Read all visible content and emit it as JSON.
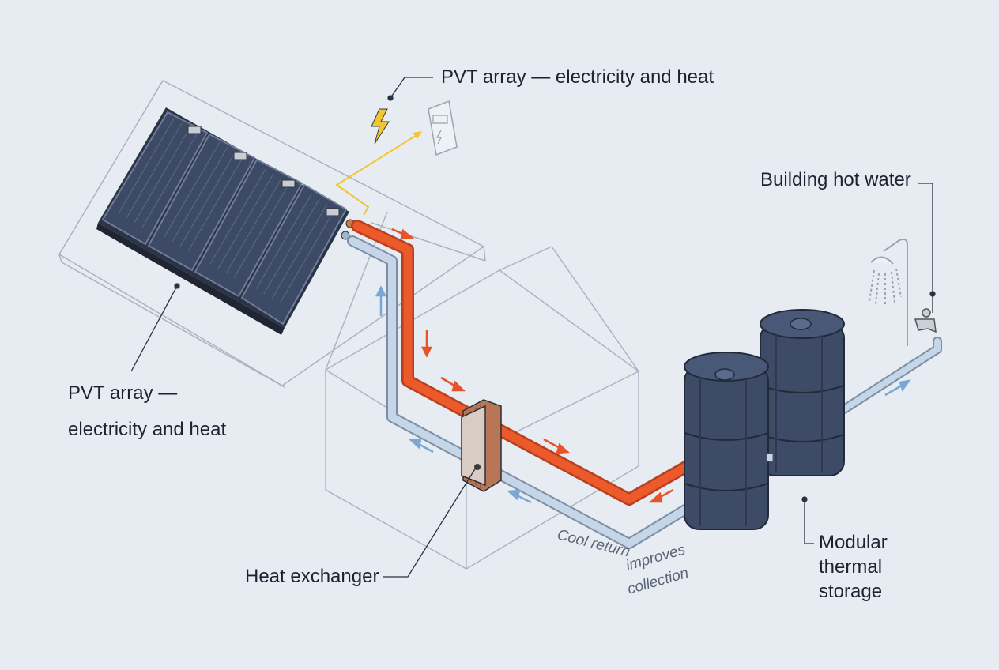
{
  "labels": {
    "pvt_top": "PVT array — electricity and heat",
    "pvt_left_line1": "PVT array —",
    "pvt_left_line2": "electricity and heat",
    "hot_water": "Building hot water",
    "heat_exchanger": "Heat exchanger",
    "storage_line1": "Modular",
    "storage_line2": "thermal",
    "storage_line3": "storage",
    "cool_return_line1": "Cool return",
    "cool_return_line2": "improves",
    "cool_return_line3": "collection"
  },
  "colors": {
    "background": "#e6ecf2",
    "hot_pipe": "#e8542a",
    "cool_pipe": "#bcd2e6",
    "panel": "#3d4a66",
    "tank": "#3e4b66",
    "electric": "#f2c62f",
    "outline": "#2a3142"
  }
}
